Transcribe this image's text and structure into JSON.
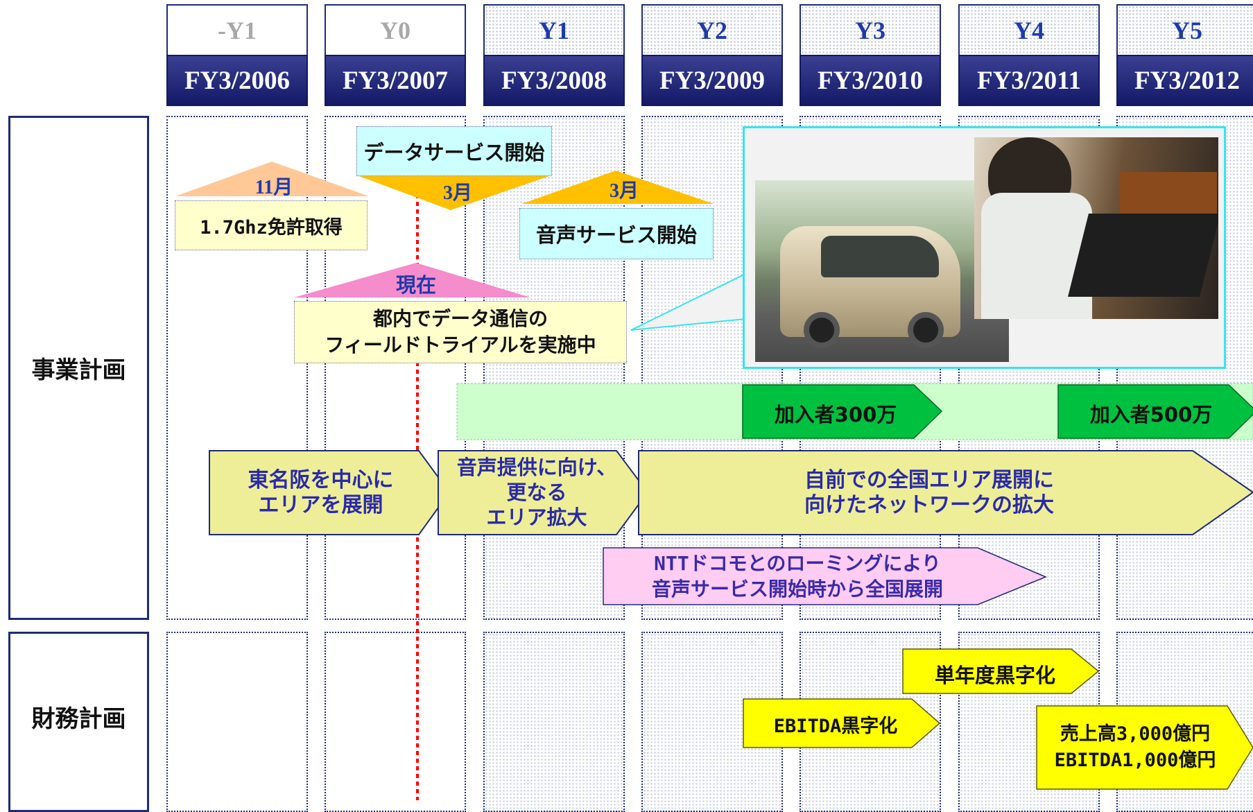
{
  "years": [
    {
      "label": "-Y1",
      "fy": "FY3/2006",
      "state": "past"
    },
    {
      "label": "Y0",
      "fy": "FY3/2007",
      "state": "past"
    },
    {
      "label": "Y1",
      "fy": "FY3/2008",
      "state": "future"
    },
    {
      "label": "Y2",
      "fy": "FY3/2009",
      "state": "future"
    },
    {
      "label": "Y3",
      "fy": "FY3/2010",
      "state": "future"
    },
    {
      "label": "Y4",
      "fy": "FY3/2011",
      "state": "future"
    },
    {
      "label": "Y5",
      "fy": "FY3/2012",
      "state": "future"
    }
  ],
  "sections": {
    "business": "事業計画",
    "finance": "財務計画"
  },
  "milestones": {
    "license_month": "11月",
    "license_text": "1.7Ghz免許取得",
    "data_service_text": "データサービス開始",
    "data_service_month": "3月",
    "voice_service_month": "3月",
    "voice_service_text": "音声サービス開始",
    "now_label": "現在",
    "trial_text": "都内でデータ通信の\nフィールドトライアルを実施中"
  },
  "subscribers": {
    "first": "加入者300万",
    "second": "加入者500万"
  },
  "area_plan": {
    "phase1": "東名阪を中心に\nエリアを展開",
    "phase2": "音声提供に向け、\n更なる\nエリア拡大",
    "phase3": "自前での全国エリア展開に\n向けたネットワークの拡大",
    "roaming": "NTTドコモとのローミングにより\n音声サービス開始時から全国展開"
  },
  "finance_plan": {
    "ebitda": "EBITDA黒字化",
    "annual_profit": "単年度黒字化",
    "targets": "売上高3,000億円\nEBITDA1,000億円"
  },
  "colors": {
    "navy": "#1f2a78",
    "title_blue": "#1f3aa8",
    "orange": "#ffc000",
    "peach": "#ffc896",
    "pink": "#f58ccc",
    "light_yellow": "#ffffcc",
    "light_cyan": "#ccffff",
    "green": "#00b050",
    "light_green": "#ccffcc",
    "khaki": "#eeee99",
    "yellow": "#ffff00",
    "red_dotted": "#ff0000"
  },
  "icons": {
    "photo_van": "minivan-photo",
    "photo_laptop": "laptop-in-car-photo"
  }
}
